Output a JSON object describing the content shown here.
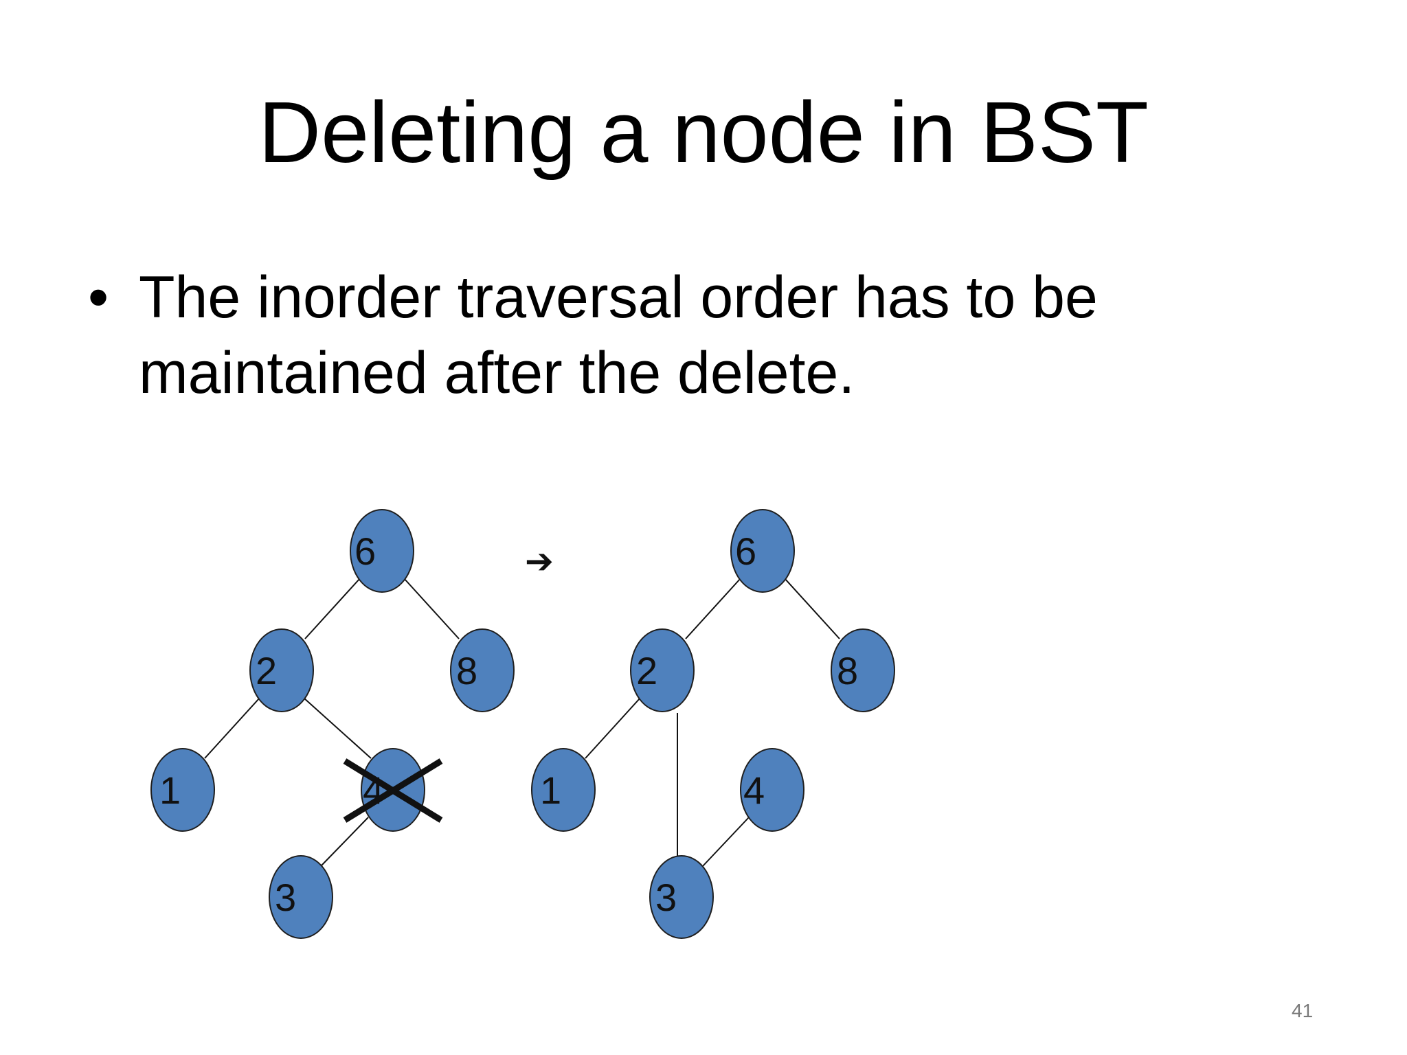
{
  "slide": {
    "title": "Deleting a node in BST",
    "bullet": {
      "marker": "•",
      "text": "The inorder traversal order has to be maintained after the delete."
    },
    "page_number": "41"
  },
  "diagram": {
    "arrow_symbol": "➔",
    "before": {
      "nodes": [
        {
          "label": "6"
        },
        {
          "label": "2"
        },
        {
          "label": "8"
        },
        {
          "label": "1"
        },
        {
          "label": "4"
        },
        {
          "label": "3"
        }
      ],
      "deleted_node": "4"
    },
    "after": {
      "nodes": [
        {
          "label": "6"
        },
        {
          "label": "2"
        },
        {
          "label": "8"
        },
        {
          "label": "1"
        },
        {
          "label": "4"
        },
        {
          "label": "3"
        }
      ]
    },
    "colors": {
      "node_fill": "#4f81bd",
      "node_stroke": "#1f1f1f",
      "edge": "#111111",
      "cross": "#111111"
    }
  }
}
